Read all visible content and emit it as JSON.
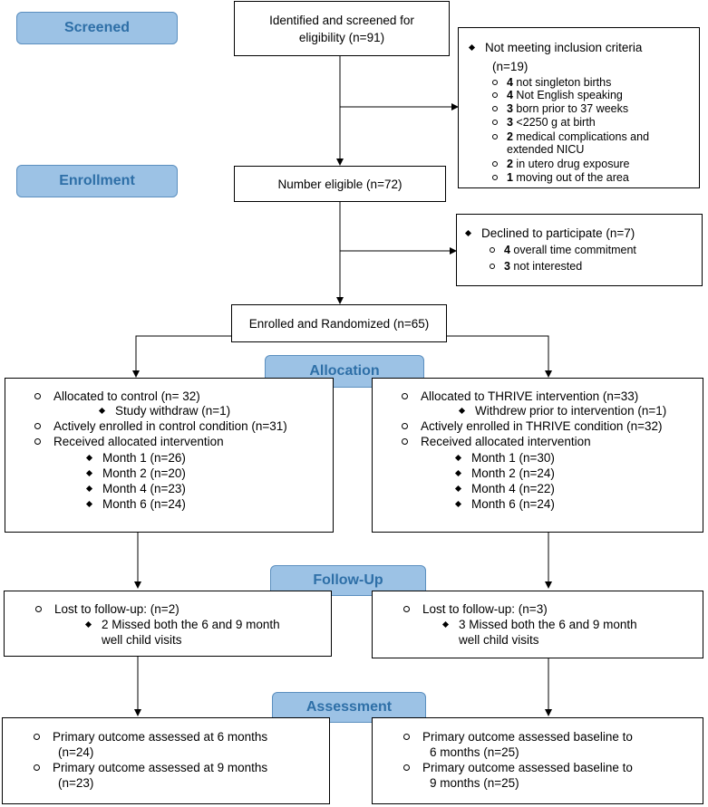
{
  "stages": {
    "screened": "Screened",
    "enrollment": "Enrollment",
    "allocation": "Allocation",
    "followup": "Follow-Up",
    "assessment": "Assessment"
  },
  "screen_box": "Identified and screened for eligibility (n=91)",
  "exclusion": {
    "title": "Not meeting inclusion criteria",
    "count": "(n=19)",
    "items": [
      {
        "num": "4",
        "text": " not singleton births"
      },
      {
        "num": "4",
        "text": " Not English speaking"
      },
      {
        "num": "3",
        "text": " born prior to 37 weeks"
      },
      {
        "num": "3",
        "text": " <2250 g at birth"
      },
      {
        "num": "2",
        "text": " medical complications and"
      },
      {
        "num": "",
        "text": "extended NICU"
      },
      {
        "num": "2",
        "text": " in utero drug exposure"
      },
      {
        "num": "1",
        "text": " moving out of the area"
      }
    ]
  },
  "eligible_box": "Number eligible (n=72)",
  "declined": {
    "title": "Declined to participate (n=7)",
    "items": [
      {
        "num": "4",
        "text": " overall time commitment"
      },
      {
        "num": "3",
        "text": " not interested"
      }
    ]
  },
  "randomized_box": "Enrolled and Randomized (n=65)",
  "alloc_left": {
    "l1": "Allocated to control (n= 32)",
    "l1a": "Study withdraw (n=1)",
    "l2": "Actively enrolled in control condition (n=31)",
    "l3": "Received allocated intervention",
    "months": [
      "Month 1 (n=26)",
      "Month 2 (n=20)",
      "Month 4 (n=23)",
      "Month 6 (n=24)"
    ]
  },
  "alloc_right": {
    "l1": "Allocated to THRIVE intervention (n=33)",
    "l1a": "Withdrew prior to intervention (n=1)",
    "l2": "Actively enrolled in THRIVE condition (n=32)",
    "l3": "Received allocated intervention",
    "months": [
      "Month 1 (n=30)",
      "Month 2 (n=24)",
      "Month 4 (n=22)",
      "Month 6 (n=24)"
    ]
  },
  "follow_left": {
    "l1": "Lost to follow-up: (n=2)",
    "l2": "2 Missed both the 6 and 9 month",
    "l3": "well child visits"
  },
  "follow_right": {
    "l1": "Lost to follow-up: (n=3)",
    "l2": "3 Missed both the 6 and 9 month",
    "l3": "well child visits"
  },
  "assess_left": {
    "a1": "Primary outcome assessed at  6 months",
    "a1b": "(n=24)",
    "a2": "Primary outcome assessed at 9 months",
    "a2b": "(n=23)"
  },
  "assess_right": {
    "a1": "Primary outcome assessed baseline to",
    "a1b": "6 months (n=25)",
    "a2": "Primary outcome assessed baseline to",
    "a2b": "9 months (n=25)"
  }
}
